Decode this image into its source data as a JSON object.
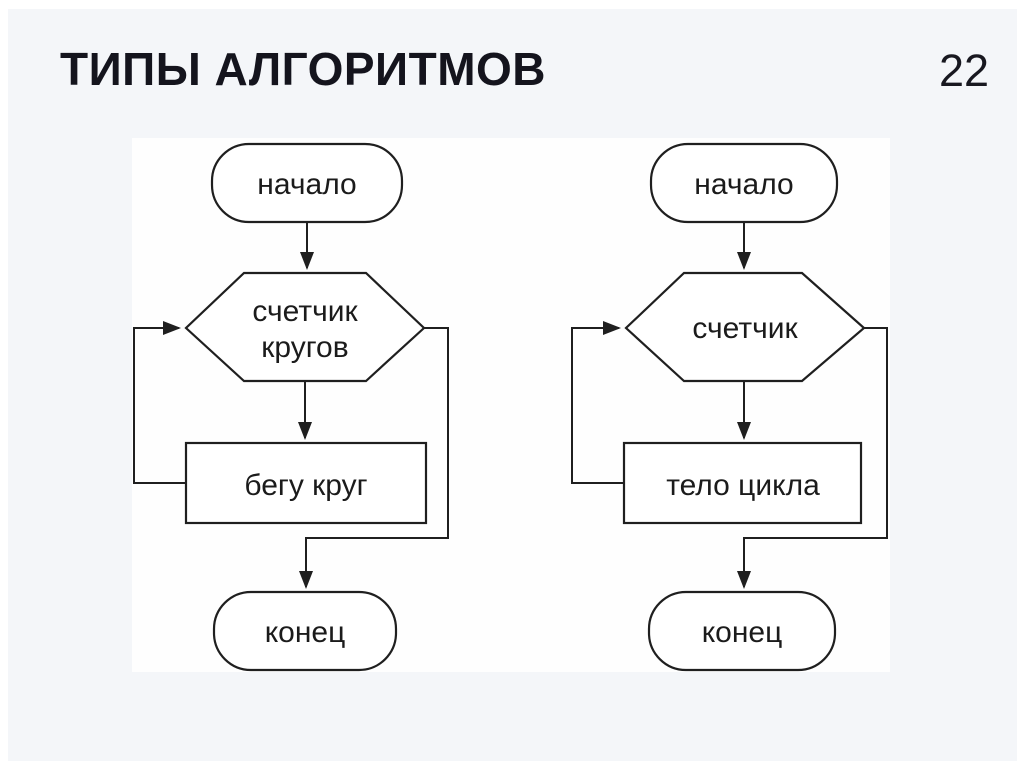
{
  "title": "ТИПЫ АЛГОРИТМОВ",
  "page_number": "22",
  "colors": {
    "slide_background": "#f4f6f9",
    "panel_background": "#fefefe",
    "diagram_stroke": "#1f1f1f",
    "title_color": "#14141d"
  },
  "diagram": {
    "kind": "flowcharts",
    "left": {
      "start": "начало",
      "condition_line1": "счетчик",
      "condition_line2": "кругов",
      "body": "бегу круг",
      "end": "конец"
    },
    "right": {
      "start": "начало",
      "condition": "счетчик",
      "body": "тело цикла",
      "end": "конец"
    }
  }
}
